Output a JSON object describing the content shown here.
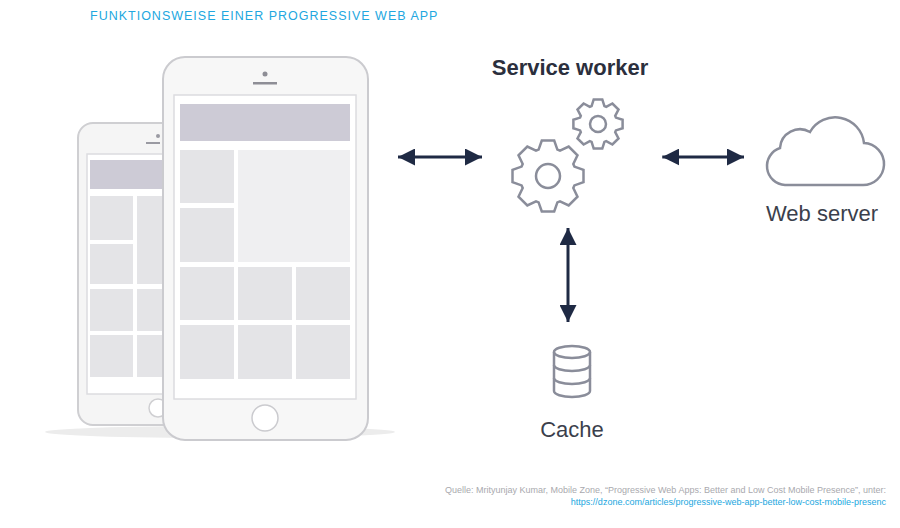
{
  "diagram": {
    "title": "FUNKTIONSWEISE EINER PROGRESSIVE WEB APP",
    "caption": "Quelle: Mrityunjay Kumar, Mobile Zone, “Progressive Web Apps: Better and Low Cost Mobile Presence”, unter:",
    "nodes": [
      {
        "text": [
          "Service worker"
        ]
      },
      {
        "text": [
          "Web server"
        ]
      },
      {
        "text": [
          "Cache"
        ]
      }
    ],
    "edges": [
      {
        "from": 0,
        "to": 1,
        "arrow": "both"
      },
      {
        "from": 0,
        "to": 2,
        "arrow": "both"
      }
    ],
    "labels": [
      "https://dzone.com/articles/progressive-web-app-better-low-cost-mobile-presenc"
    ]
  }
}
